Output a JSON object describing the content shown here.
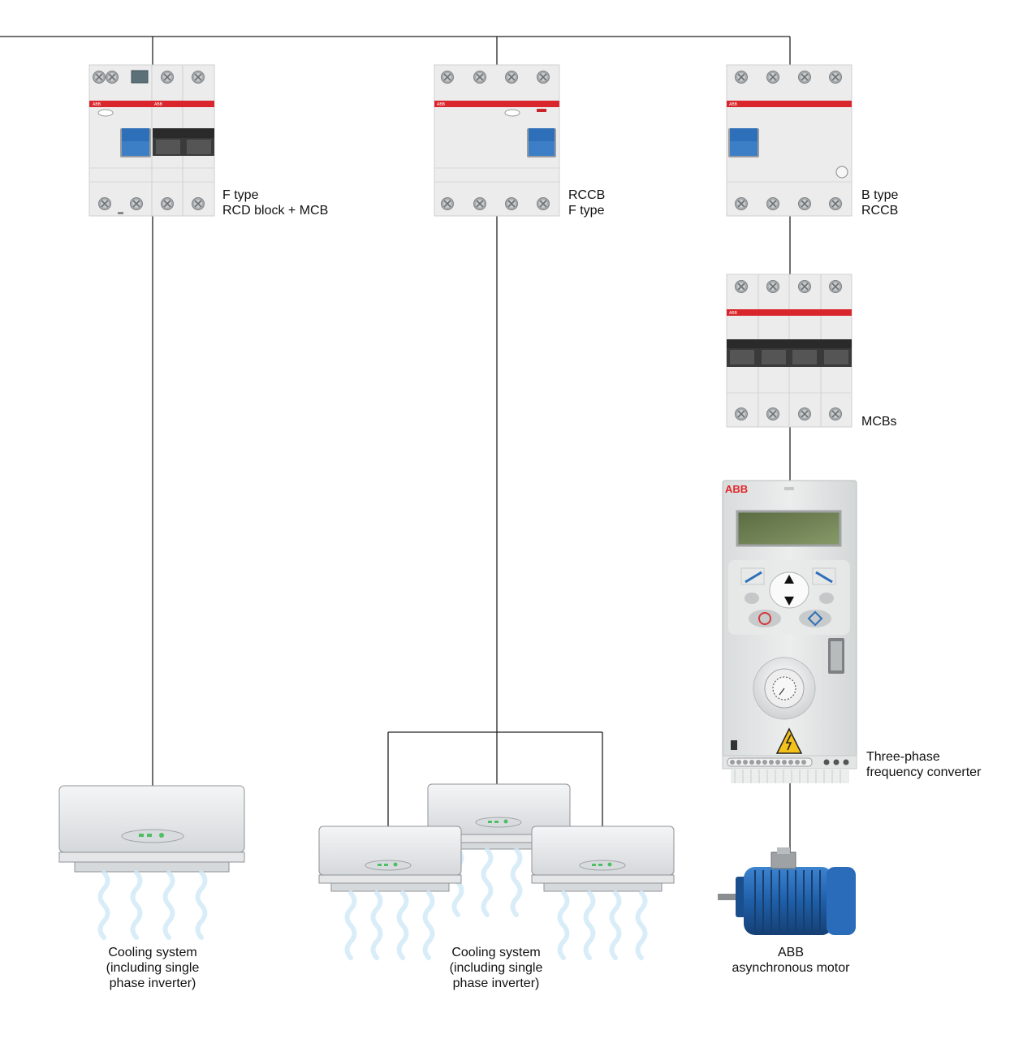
{
  "labels": {
    "rcd_mcb": [
      "F type",
      "RCD block + MCB"
    ],
    "rccb_f": [
      "RCCB",
      "F type"
    ],
    "rccb_b": [
      "B type",
      "RCCB"
    ],
    "mcbs": [
      "MCBs"
    ],
    "converter": [
      "Three-phase",
      "frequency converter"
    ],
    "motor": [
      "ABB",
      "asynchronous motor"
    ],
    "cooling_left": [
      "Cooling system",
      "(including single",
      "phase inverter)"
    ],
    "cooling_middle": [
      "Cooling system",
      "(including single",
      "phase inverter)"
    ]
  },
  "brand": {
    "name": "ABB",
    "color": "#e0262b"
  },
  "colors": {
    "wire": "#222222",
    "breaker_body": "#ebebeb",
    "red_strip": "#d9262c",
    "toggle_blue": "#2d6fb8",
    "toggle_black": "#3a3a3a",
    "lcd": "#6c7d52",
    "motor_blue": "#1f5fa8"
  },
  "icons": [
    "warning-triangle-icon",
    "stop-icon",
    "start-icon",
    "arrow-up-icon",
    "arrow-down-icon"
  ]
}
